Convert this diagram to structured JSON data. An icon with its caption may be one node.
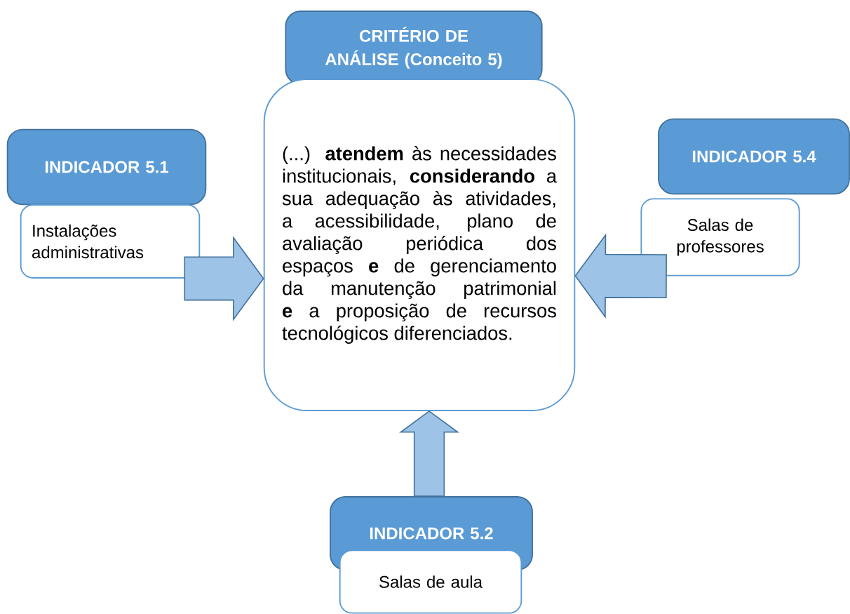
{
  "diagram": {
    "nodes": [
      {
        "text": [
          "CRITÉRIO DE ANÁLISE (Conceito 5)"
        ]
      },
      {
        "text": [
          "(...) **atendem** às necessidades institucionais, **considerando** a sua adequação às atividades, a acessibilidade, plano de avaliação periódica dos espaços **e** de gerenciamento da manutenção patrimonial **e** a proposição de recursos tecnológicos diferenciados."
        ]
      },
      {
        "text": [
          "INDICADOR 5.1"
        ]
      },
      {
        "text": [
          "Instalações administrativas"
        ]
      },
      {
        "text": [
          "INDICADOR 5.4"
        ]
      },
      {
        "text": [
          "Salas de professores"
        ]
      },
      {
        "text": [
          "INDICADOR 5.2"
        ]
      },
      {
        "text": [
          "Salas de aula"
        ]
      }
    ],
    "edges": [
      {
        "from": 3,
        "to": 1,
        "arrow": "to"
      },
      {
        "from": 5,
        "to": 1,
        "arrow": "to"
      },
      {
        "from": 6,
        "to": 1,
        "arrow": "to"
      }
    ]
  }
}
